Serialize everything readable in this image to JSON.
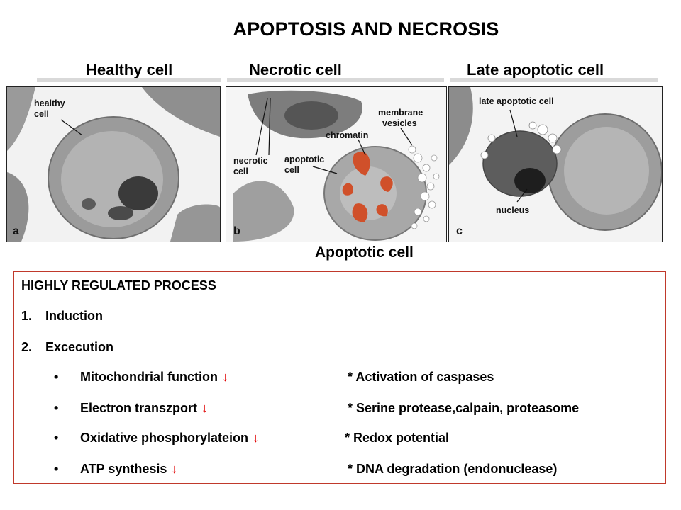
{
  "title": "APOPTOSIS AND NECROSIS",
  "columns": {
    "healthy": "Healthy cell",
    "necrotic": "Necrotic cell",
    "late": "Late apoptotic cell"
  },
  "micrographs": {
    "a": {
      "letter": "a",
      "labels": [
        "healthy",
        "cell"
      ]
    },
    "b": {
      "letter": "b",
      "labels": {
        "necrotic": [
          "necrotic",
          "cell"
        ],
        "apoptotic": [
          "apoptotic",
          "cell"
        ],
        "chromatin": "chromatin",
        "membrane": [
          "membrane",
          "vesicles"
        ]
      }
    },
    "c": {
      "letter": "c",
      "labels": {
        "late": "late apoptotic cell",
        "nucleus": "nucleus"
      }
    }
  },
  "apoptotic_caption": "Apoptotic cell",
  "process": {
    "heading": "HIGHLY REGULATED PROCESS",
    "steps": [
      {
        "number": "1.",
        "label": "Induction"
      },
      {
        "number": "2.",
        "label": "Excecution"
      }
    ],
    "bullet_glyph": "•",
    "arrow_glyph": "↓",
    "items": [
      {
        "left": "Mitochondrial function",
        "right": "* Activation of caspases"
      },
      {
        "left": "Electron transzport",
        "right": "* Serine protease,calpain, proteasome"
      },
      {
        "left": "Oxidative phosphorylateion",
        "right": "* Redox potential"
      },
      {
        "left": "ATP synthesis",
        "right": "* DNA degradation (endonuclease)"
      }
    ]
  },
  "colors": {
    "arrow": "#e00000",
    "box_border": "#c0392b",
    "chromatin": "#d0502a"
  }
}
